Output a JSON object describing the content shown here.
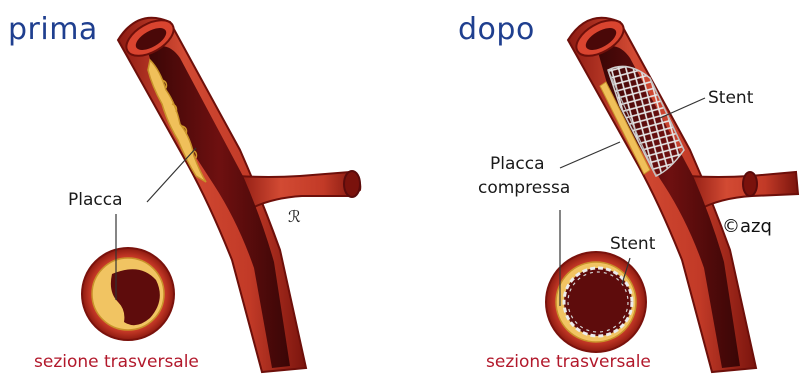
{
  "panels": {
    "before": {
      "title": "prima",
      "callout_label": "Placca",
      "section_caption": "sezione trasversale"
    },
    "after": {
      "title": "dopo",
      "callout_stent": "Stent",
      "callout_plaque_line1": "Placca",
      "callout_plaque_line2": "compressa",
      "callout_section_stent": "Stent",
      "section_caption": "sezione trasversale",
      "credit": "©azq"
    }
  },
  "colors": {
    "title_blue": "#1f3f8f",
    "caption_red": "#b2182b",
    "vessel_outer": "#c0392b",
    "vessel_dark": "#5a0b0b",
    "plaque": "#f0c05a",
    "stent": "#e8e8e8"
  }
}
